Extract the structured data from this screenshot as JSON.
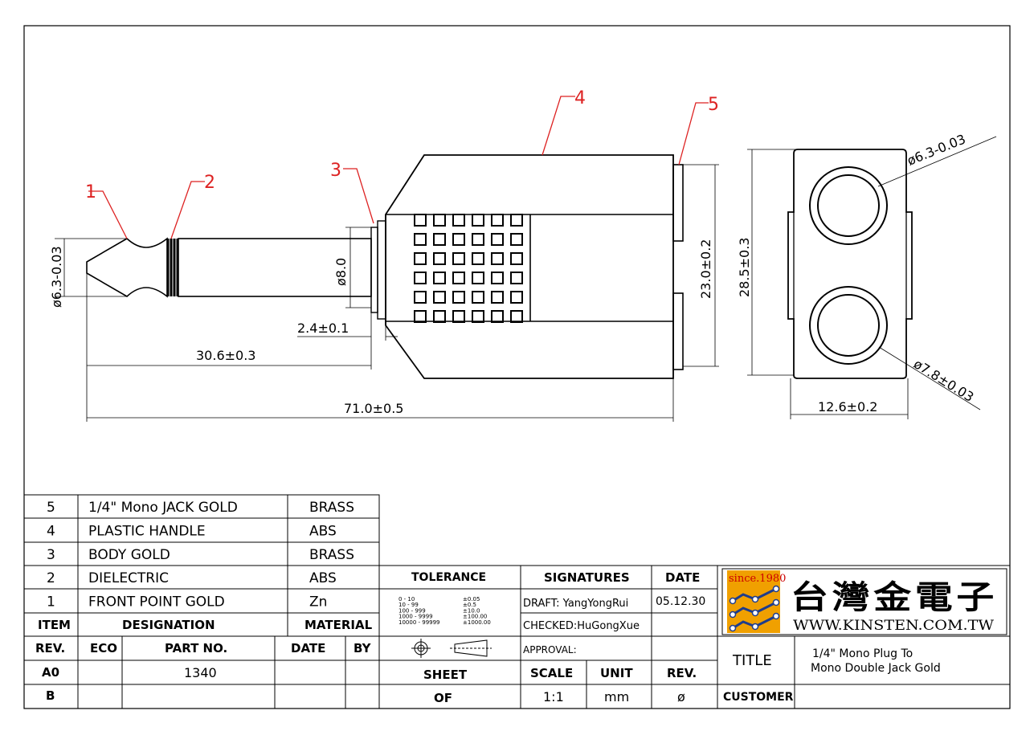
{
  "callouts": [
    "1",
    "2",
    "3",
    "4",
    "5"
  ],
  "dimensions": {
    "plug_diameter": "ø6.3-0.03",
    "shaft_diameter": "ø8.0",
    "flange": "2.4±0.1",
    "plug_length": "30.6±0.3",
    "overall_length": "71.0±0.5",
    "jack_spacing": "23.0±0.2",
    "end_height": "28.5±0.3",
    "end_jack_diameter": "ø6.3-0.03",
    "end_hole_diameter": "ø7.8±0.03",
    "end_width": "12.6±0.2"
  },
  "bom": [
    {
      "item": "5",
      "designation": "1/4\" Mono JACK GOLD",
      "material": "BRASS"
    },
    {
      "item": "4",
      "designation": "PLASTIC HANDLE",
      "material": "ABS"
    },
    {
      "item": "3",
      "designation": "BODY GOLD",
      "material": "BRASS"
    },
    {
      "item": "2",
      "designation": "DIELECTRIC",
      "material": "ABS"
    },
    {
      "item": "1",
      "designation": "FRONT POINT GOLD",
      "material": "Zn"
    }
  ],
  "bom_header": {
    "item": "ITEM",
    "designation": "DESIGNATION",
    "material": "MATERIAL"
  },
  "revision": {
    "headers": [
      "REV.",
      "ECO",
      "PART NO.",
      "DATE",
      "BY"
    ],
    "rows": [
      [
        "A0",
        "",
        "1340",
        "",
        ""
      ],
      [
        "B",
        "",
        "",
        "",
        ""
      ]
    ]
  },
  "tolerance": {
    "title": "TOLERANCE",
    "ranges": [
      "0 - 10",
      "10 - 99",
      "100 - 999",
      "1000 - 9999",
      "10000 - 99999"
    ],
    "values": [
      "±0.05",
      "±0.5",
      "±10.0",
      "±100.00",
      "±1000.00"
    ]
  },
  "signatures": {
    "title": "SIGNATURES",
    "date_title": "DATE",
    "draft": "DRAFT: YangYongRui",
    "checked": "CHECKED:HuGongXue",
    "approval": "APPROVAL:",
    "date": "05.12.30"
  },
  "sheet": {
    "sheet_label": "SHEET",
    "of_label": "OF",
    "scale_label": "SCALE",
    "unit_label": "UNIT",
    "rev_label": "REV.",
    "scale": "1:1",
    "unit": "mm",
    "rev": "ø"
  },
  "company": {
    "since": "since.1980",
    "name_cn": "台灣金電子",
    "url": "WWW.KINSTEN.COM.TW"
  },
  "title_block": {
    "title_label": "TITLE",
    "title_line1": "1/4\" Mono Plug To",
    "title_line2": "Mono Double Jack Gold",
    "customer_label": "CUSTOMER"
  },
  "colors": {
    "callout": "#dd2222",
    "logo_orange": "#f0a000",
    "logo_blue": "#1e3c8c"
  }
}
